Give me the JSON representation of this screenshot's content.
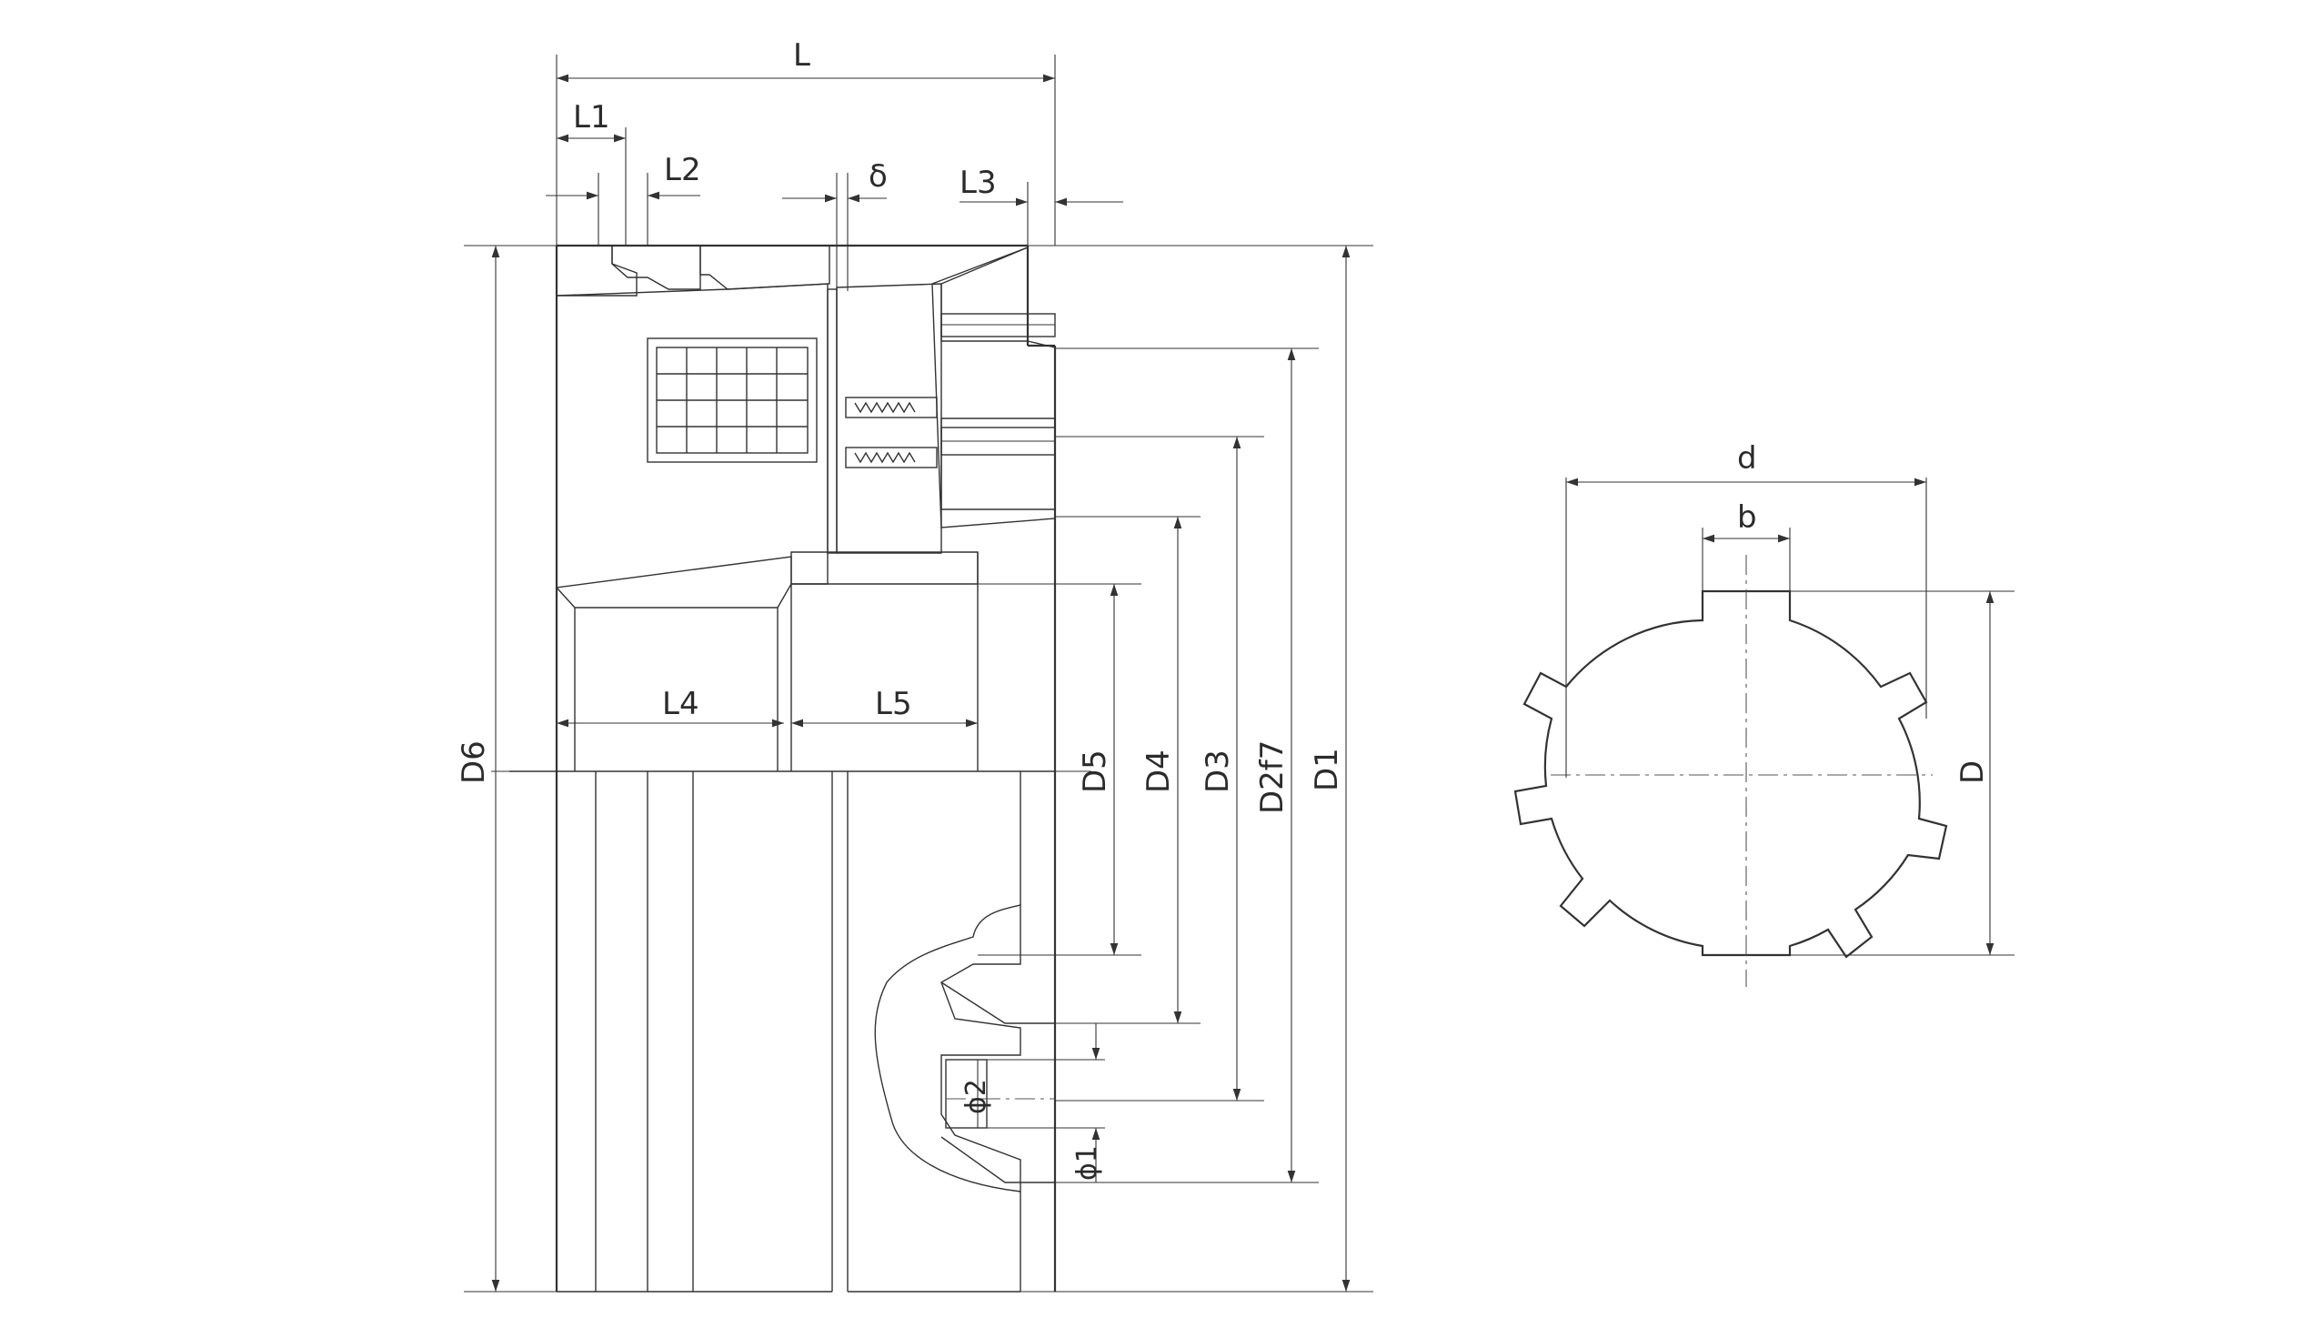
{
  "drawing": {
    "left_view": {
      "dimensions": {
        "L": "L",
        "L1": "L1",
        "L2": "L2",
        "delta": "δ",
        "L3": "L3",
        "L4": "L4",
        "L5": "L5",
        "D6": "D6",
        "D5": "D5",
        "D4": "D4",
        "D3": "D3",
        "D2": "D2f7",
        "D1": "D1",
        "phi2": "ϕ2",
        "phi1": "ϕ1"
      }
    },
    "right_view": {
      "dimensions": {
        "d": "d",
        "b": "b",
        "D": "D"
      }
    },
    "colors": {
      "line": "#333333",
      "background": "#ffffff"
    }
  }
}
